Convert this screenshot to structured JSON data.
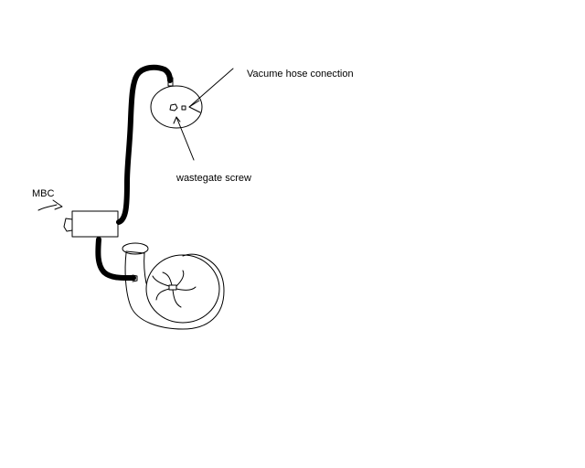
{
  "labels": {
    "vacuum": "Vacume hose conection",
    "screw": "wastegate screw",
    "mbc": "MBC"
  },
  "colors": {
    "ink": "#000000",
    "background": "#ffffff"
  }
}
